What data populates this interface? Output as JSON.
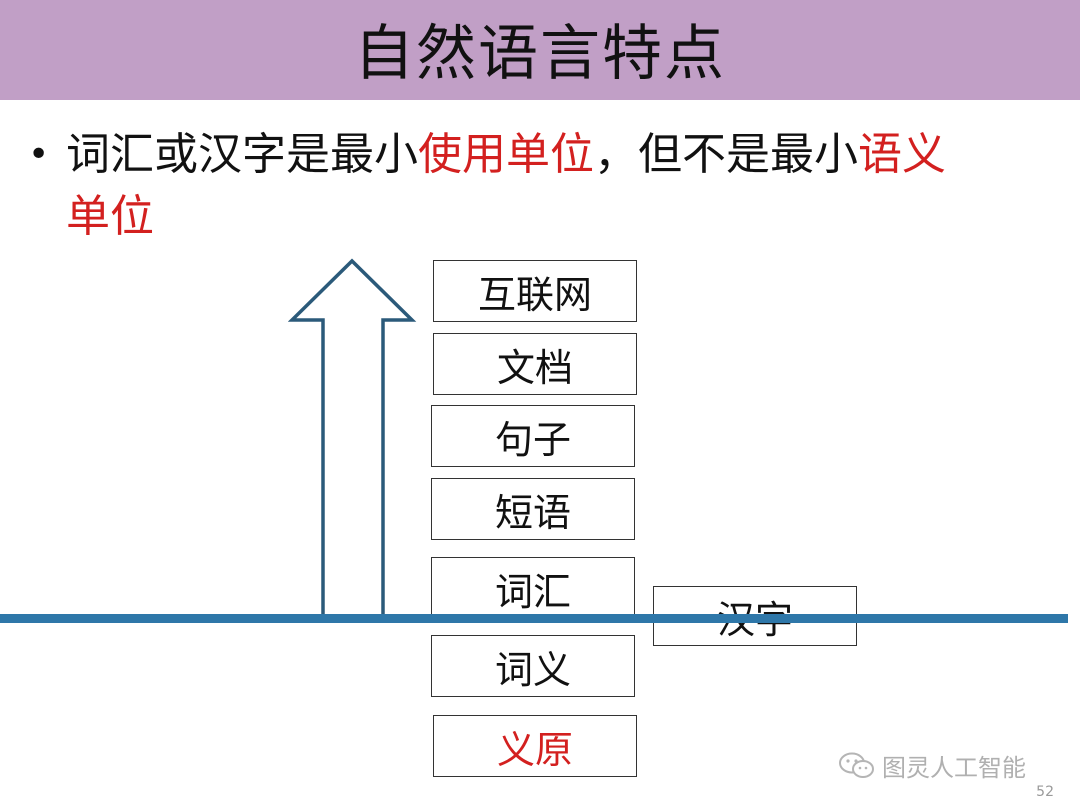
{
  "slide": {
    "title": "自然语言特点",
    "bullet": {
      "dot": "•",
      "part1": "词汇或汉字是最小",
      "highlight1": "使用单位",
      "part2": "，但不是最小",
      "highlight2": "语义",
      "highlight3": "单位"
    },
    "highlight_color": "#d3201f",
    "title_bar_color": "#c19fc6",
    "baseline_color": "#2e77a9"
  },
  "diagram": {
    "stack": [
      "互联网",
      "文档",
      "句子",
      "短语",
      "词汇",
      "词义",
      "义原"
    ],
    "side_box": "汉字",
    "arrow_icon": "up-arrow-icon"
  },
  "footer": {
    "watermark": "图灵人工智能",
    "watermark_icon": "wechat-icon",
    "page_number": "52"
  }
}
